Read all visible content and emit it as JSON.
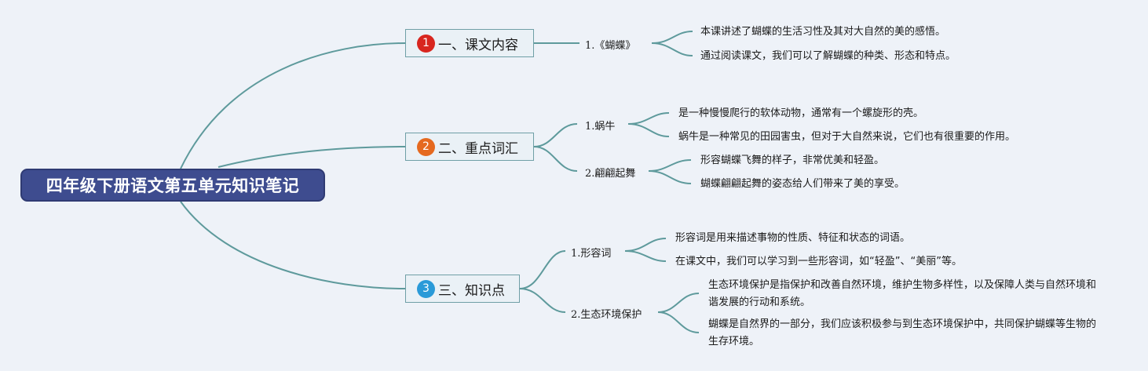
{
  "root": {
    "title": "四年级下册语文第五单元知识笔记"
  },
  "branches": [
    {
      "badge": "1",
      "badge_color": "#d8261f",
      "label": "一、课文内容",
      "subs": [
        {
          "label": "1.《蝴蝶》",
          "leaves": [
            "本课讲述了蝴蝶的生活习性及其对大自然的美的感悟。",
            "通过阅读课文，我们可以了解蝴蝶的种类、形态和特点。"
          ]
        }
      ]
    },
    {
      "badge": "2",
      "badge_color": "#e5691f",
      "label": "二、重点词汇",
      "subs": [
        {
          "label": "1.蜗牛",
          "leaves": [
            "是一种慢慢爬行的软体动物，通常有一个螺旋形的壳。",
            "蜗牛是一种常见的田园害虫，但对于大自然来说，它们也有很重要的作用。"
          ]
        },
        {
          "label": "2.翩翩起舞",
          "leaves": [
            "形容蝴蝶飞舞的样子，非常优美和轻盈。",
            "蝴蝶翩翩起舞的姿态给人们带来了美的享受。"
          ]
        }
      ]
    },
    {
      "badge": "3",
      "badge_color": "#2a9ad8",
      "label": "三、知识点",
      "subs": [
        {
          "label": "1.形容词",
          "leaves": [
            "形容词是用来描述事物的性质、特征和状态的词语。",
            "在课文中，我们可以学习到一些形容词，如“轻盈”、“美丽”等。"
          ]
        },
        {
          "label": "2.生态环境保护",
          "leaves": [
            "生态环境保护是指保护和改善自然环境，维护生物多样性，以及保障人类与自然环境和谐发展的行动和系统。",
            "蝴蝶是自然界的一部分，我们应该积极参与到生态环境保护中，共同保护蝴蝶等生物的生存环境。"
          ]
        }
      ]
    }
  ],
  "colors": {
    "line": "#5e9a9c",
    "root_bg": "#3e4c8f"
  }
}
